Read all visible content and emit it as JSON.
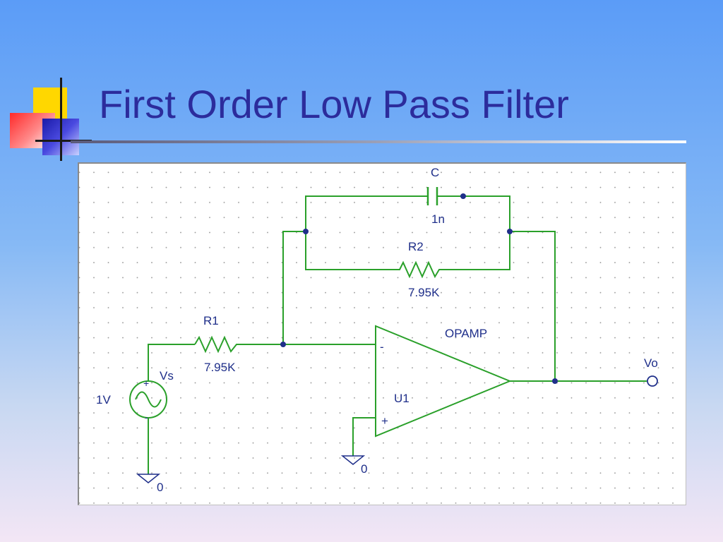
{
  "slide": {
    "title": "First Order Low Pass Filter"
  },
  "schematic": {
    "capacitor": {
      "name": "C",
      "value": "1n",
      "icon": "capacitor-symbol"
    },
    "r2": {
      "name": "R2",
      "value": "7.95K",
      "icon": "resistor-symbol"
    },
    "r1": {
      "name": "R1",
      "value": "7.95K",
      "icon": "resistor-symbol"
    },
    "source": {
      "name": "Vs",
      "value": "1V",
      "icon": "ac-voltage-source-symbol"
    },
    "opamp": {
      "model": "OPAMP",
      "ref": "U1",
      "minus": "-",
      "plus": "+",
      "icon": "opamp-triangle"
    },
    "ground_source": {
      "label": "0",
      "icon": "ground-symbol"
    },
    "ground_opamp": {
      "label": "0",
      "icon": "ground-symbol"
    },
    "output": {
      "label": "Vo",
      "icon": "output-terminal"
    },
    "colors": {
      "wire": "#2aa02a",
      "text": "#1f2f8a",
      "title": "#2c2c9c"
    }
  }
}
